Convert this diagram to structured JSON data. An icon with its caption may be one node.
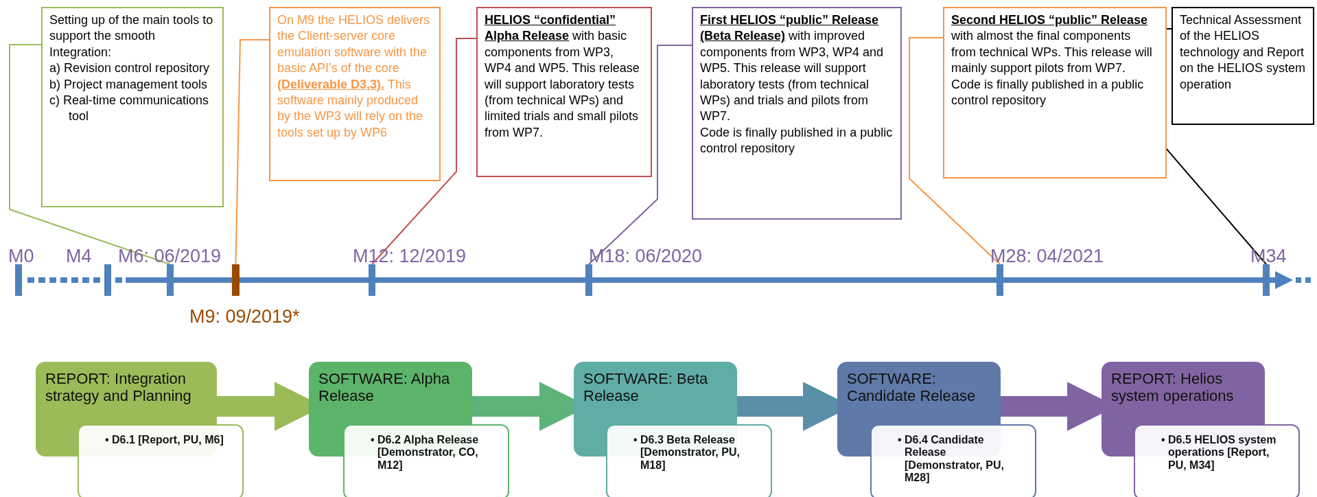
{
  "diagram": {
    "nodes": [
      {
        "text": [
          "Setting up of the main tools to support the smooth Integration:",
          "a) Revision control repository",
          "b) Project management tools",
          "c) Real-time communications tool"
        ]
      },
      {
        "text": [
          "On M9 the HELIOS delivers the Client-server core emulation software with the basic API’s of the core **(Deliverable D3,3).** This software mainly produced by the WP3 will rely on the tools set up by WP6"
        ]
      },
      {
        "text": [
          "**HELIOS “confidential” Alpha Release** with basic components from WP3, WP4 and WP5. This release will support laboratory tests (from technical WPs) and limited trials and small pilots from WP7."
        ]
      },
      {
        "text": [
          "**First HELIOS “public” Release (Beta Release)** with improved components from WP3, WP4 and WP5. This release will support laboratory tests (from technical WPs) and trials and pilots from WP7.",
          "Code is finally published in a public control repository"
        ]
      },
      {
        "text": [
          "**Second HELIOS “public” Release** with almost the final components from technical WPs. This release will mainly support pilots from WP7.",
          "Code is finally published in a public control repository"
        ]
      },
      {
        "text": [
          "Technical Assessment of the HELIOS technology and Report on the HELIOS system operation"
        ]
      },
      {
        "text": [],
        "shape": "bar",
        "beside": [
          "M6: 06/2019"
        ]
      },
      {
        "text": [],
        "shape": "bar",
        "beside": [
          "M9: 09/2019*"
        ]
      },
      {
        "text": [],
        "shape": "bar",
        "beside": [
          "M12: 12/2019"
        ]
      },
      {
        "text": [],
        "shape": "bar",
        "beside": [
          "M18: 06/2020"
        ]
      },
      {
        "text": [],
        "shape": "bar",
        "beside": [
          "M28: 04/2021"
        ]
      },
      {
        "text": [],
        "shape": "bar",
        "beside": [
          "M34"
        ]
      },
      {
        "text": [
          "REPORT: Integration strategy and Planning"
        ]
      },
      {
        "text": [
          "• D6.1 [Report, PU, M6]"
        ]
      },
      {
        "text": [
          "SOFTWARE: Alpha Release"
        ]
      },
      {
        "text": [
          "• D6.2 Alpha Release [Demonstrator, CO, M12]"
        ]
      },
      {
        "text": [
          "SOFTWARE: Beta Release"
        ]
      },
      {
        "text": [
          "• D6.3 Beta Release [Demonstrator, PU, M18]"
        ]
      },
      {
        "text": [
          "SOFTWARE: Candidate Release"
        ]
      },
      {
        "text": [
          "• D6.4 Candidate Release [Demonstrator, PU, M28]"
        ]
      },
      {
        "text": [
          "REPORT: Helios system operations"
        ]
      },
      {
        "text": [
          "• D6.5 HELIOS system operations [Report, PU, M34]"
        ]
      }
    ],
    "edges": [
      {
        "from": 0,
        "to": 6,
        "arrow": "none",
        "color": "#9bbb59"
      },
      {
        "from": 1,
        "to": 7,
        "arrow": "none",
        "color": "#f79646"
      },
      {
        "from": 2,
        "to": 8,
        "arrow": "none",
        "color": "#c0504d"
      },
      {
        "from": 3,
        "to": 9,
        "arrow": "none",
        "color": "#8064a2"
      },
      {
        "from": 4,
        "to": 10,
        "arrow": "none",
        "color": "#f79646"
      },
      {
        "from": 5,
        "to": 11,
        "arrow": "none",
        "color": "#000000"
      },
      {
        "from": 12,
        "to": 14,
        "arrow": "to",
        "style": "thick",
        "color": "#9bbb59"
      },
      {
        "from": 14,
        "to": 16,
        "arrow": "to",
        "style": "thick",
        "color": "#5db37a"
      },
      {
        "from": 16,
        "to": 18,
        "arrow": "to",
        "style": "thick",
        "color": "#5b8fa8"
      },
      {
        "from": 18,
        "to": 20,
        "arrow": "to",
        "style": "thick",
        "color": "#8064a2"
      }
    ],
    "labels": [
      "M0",
      "M4"
    ]
  }
}
